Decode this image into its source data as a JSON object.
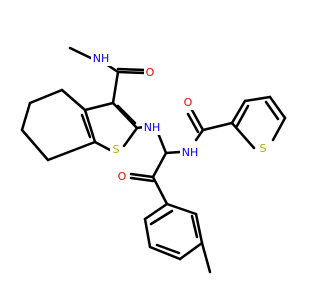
{
  "molecule": {
    "labels": {
      "amide_nh_top": "NH",
      "amide_o_top": "O",
      "ring_s_left": "S",
      "linker_nh_center": "NH",
      "amide_nh_right": "NH",
      "amide_o_right": "O",
      "ring_s_right": "S",
      "ketone_o": "O"
    }
  },
  "colors": {
    "carbon": "#000000",
    "nitrogen": "#0000FF",
    "oxygen": "#FF0000",
    "sulfur": "#B2B200"
  }
}
